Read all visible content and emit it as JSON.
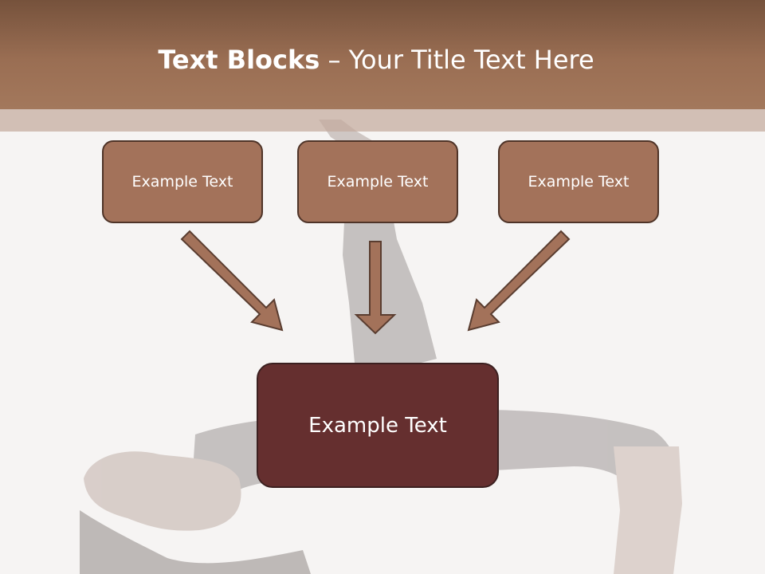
{
  "title": {
    "bold": "Text Blocks",
    "rest": " – Your Title Text Here"
  },
  "boxes": {
    "left": "Example Text",
    "center": "Example Text",
    "right": "Example Text",
    "main": "Example Text"
  },
  "colors": {
    "header": "#9a6e53",
    "box_fill": "#a3725a",
    "box_border": "#4f3428",
    "main_box_fill": "#652f2f",
    "arrow_fill": "#a3725a"
  },
  "icons": {
    "arrows": [
      "arrow-down-right-icon",
      "arrow-down-icon",
      "arrow-down-left-icon"
    ]
  }
}
